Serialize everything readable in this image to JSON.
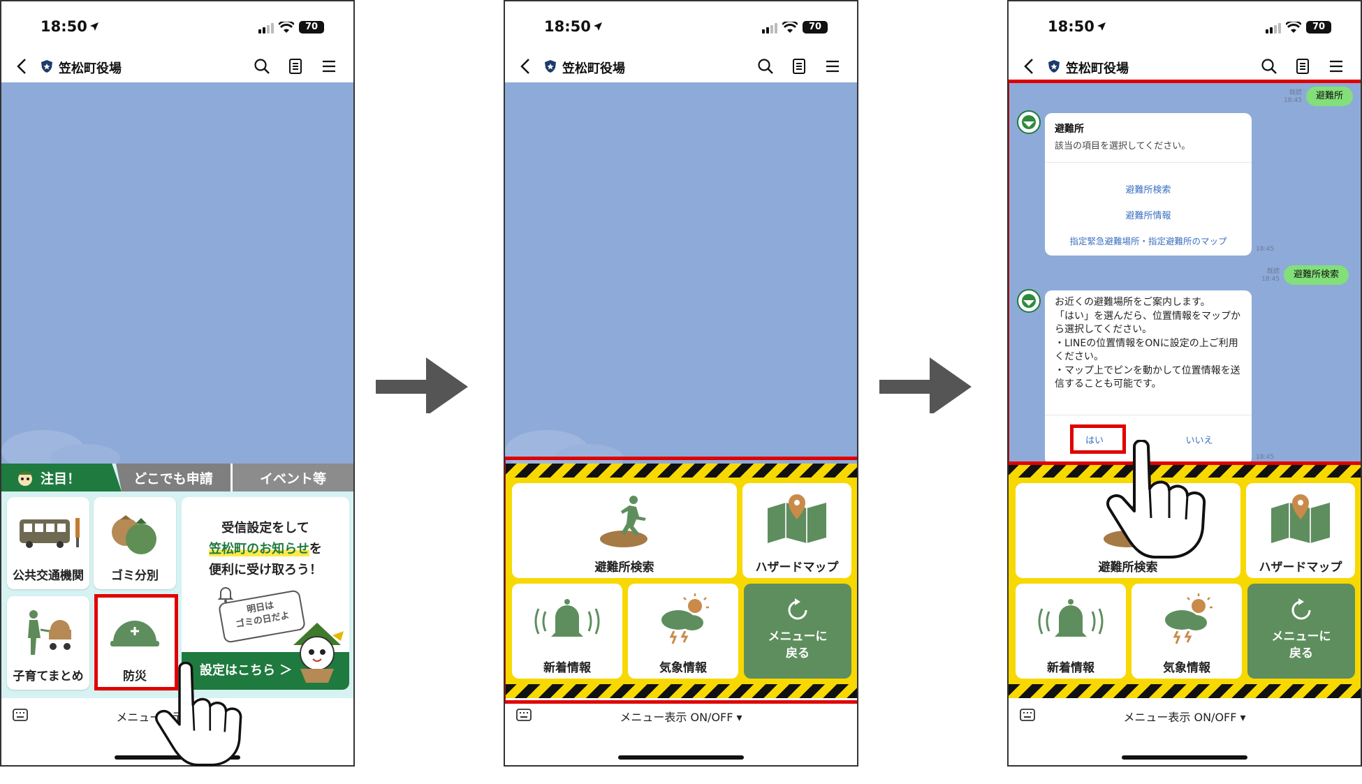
{
  "status": {
    "time": "18:50",
    "battery": "70"
  },
  "header": {
    "title": "笠松町役場"
  },
  "menu1": {
    "tabs": {
      "attention": "注目！",
      "apply": "どこでも申請",
      "events": "イベント等"
    },
    "tiles": {
      "transport": "公共交通機関",
      "garbage": "ゴミ分別",
      "childcare": "子育てまとめ",
      "disaster": "防災"
    },
    "promo": {
      "line1": "受信設定をして",
      "line2_highlight": "笠松町のお知らせ",
      "line2_rest": "を",
      "line3": "便利に受け取ろう！",
      "bubble_line1": "明日は",
      "bubble_line2": "ゴミの日だよ",
      "settings_button": "設定はこちら ＞"
    }
  },
  "disaster_menu": {
    "shelter_search": "避難所検索",
    "hazard_map": "ハザードマップ",
    "new_info": "新着情報",
    "weather": "気象情報",
    "back": "メニューに\n戻る"
  },
  "footer": {
    "menu_toggle": "メニュー表示 ON/OFF ▾"
  },
  "chat": {
    "msg1": {
      "text": "避難所",
      "read": "既読",
      "time": "18:45"
    },
    "card1": {
      "title": "避難所",
      "subtitle": "該当の項目を選択してください。",
      "options": [
        "避難所検索",
        "避難所情報",
        "指定緊急避難場所・指定避難所のマップ"
      ],
      "time": "18:45"
    },
    "msg2": {
      "text": "避難所検索",
      "read": "既読",
      "time": "18:45"
    },
    "card2": {
      "body": "お近くの避難場所をご案内します。\n「はい」を選んだら、位置情報をマップから選択してください。\n・LINEの位置情報をONに設定の上ご利用ください。\n・マップ上でピンを動かして位置情報を送信することも可能です。",
      "yes": "はい",
      "no": "いいえ",
      "time": "18:45"
    }
  },
  "colors": {
    "chat_bg": "#8eaad8",
    "hazard_yellow": "#f7d800",
    "green": "#1f7a3f",
    "back_tile": "#5e8e5e",
    "highlight_red": "#e00000",
    "bubble_green": "#82df7a"
  },
  "icons": [
    "location-arrow-icon",
    "signal-icon",
    "wifi-icon",
    "battery-icon",
    "back-chevron-icon",
    "shield-icon",
    "search-icon",
    "notes-icon",
    "hamburger-icon",
    "keyboard-icon",
    "bus-icon",
    "persimmon-icon",
    "stroller-icon",
    "helmet-icon",
    "bell-icon",
    "mascot-icon",
    "running-person-icon",
    "map-pin-icon",
    "alarm-bell-icon",
    "weather-icon",
    "refresh-icon",
    "bot-avatar-icon",
    "hand-pointer-icon",
    "right-arrow-icon"
  ]
}
